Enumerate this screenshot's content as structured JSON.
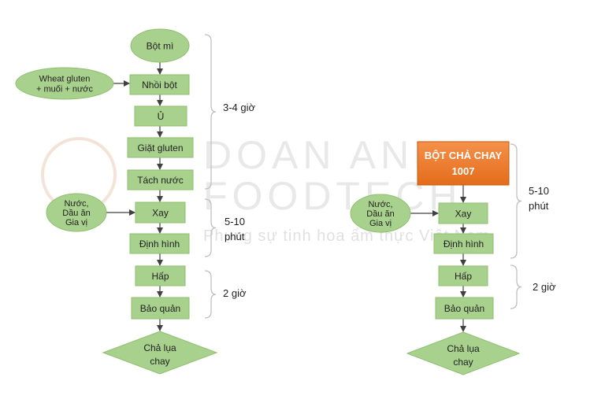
{
  "colors": {
    "node_fill": "#a9d18e",
    "node_stroke": "#8fbf6e",
    "orange_fill": "#ed7d31",
    "orange_stroke": "#c55a11",
    "arrow": "#404040",
    "brace": "#bfbfbf",
    "text": "#1f1f1f"
  },
  "watermark": {
    "line1": "DOAN ANH",
    "line2": "FOODTECH",
    "tagline": "Phụng sự tinh hoa ẩm thực Việt Nam"
  },
  "left_flow": {
    "start": "Bột mì",
    "side_input_1": [
      "Wheat gluten",
      "+ muối + nước"
    ],
    "step_knead": "Nhồi bột",
    "step_rest": "Ủ",
    "step_wash": "Giặt gluten",
    "step_drain": "Tách nước",
    "side_input_2": [
      "Nước,",
      "Dầu ăn",
      "Gia vị"
    ],
    "step_grind": "Xay",
    "step_shape": "Định hình",
    "step_steam": "Hấp",
    "step_store": "Bảo quản",
    "end": [
      "Chả lụa",
      "chay"
    ],
    "brace_1": "3-4 giờ",
    "brace_2": [
      "5-10",
      "phút"
    ],
    "brace_3": "2 giờ"
  },
  "right_flow": {
    "start": [
      "BỘT CHẢ CHAY",
      "1007"
    ],
    "side_input": [
      "Nước,",
      "Dầu ăn",
      "Gia vị"
    ],
    "step_grind": "Xay",
    "step_shape": "Định hình",
    "step_steam": "Hấp",
    "step_store": "Bảo quản",
    "end": [
      "Chả lụa",
      "chay"
    ],
    "brace_1": [
      "5-10",
      "phút"
    ],
    "brace_2": "2 giờ"
  }
}
